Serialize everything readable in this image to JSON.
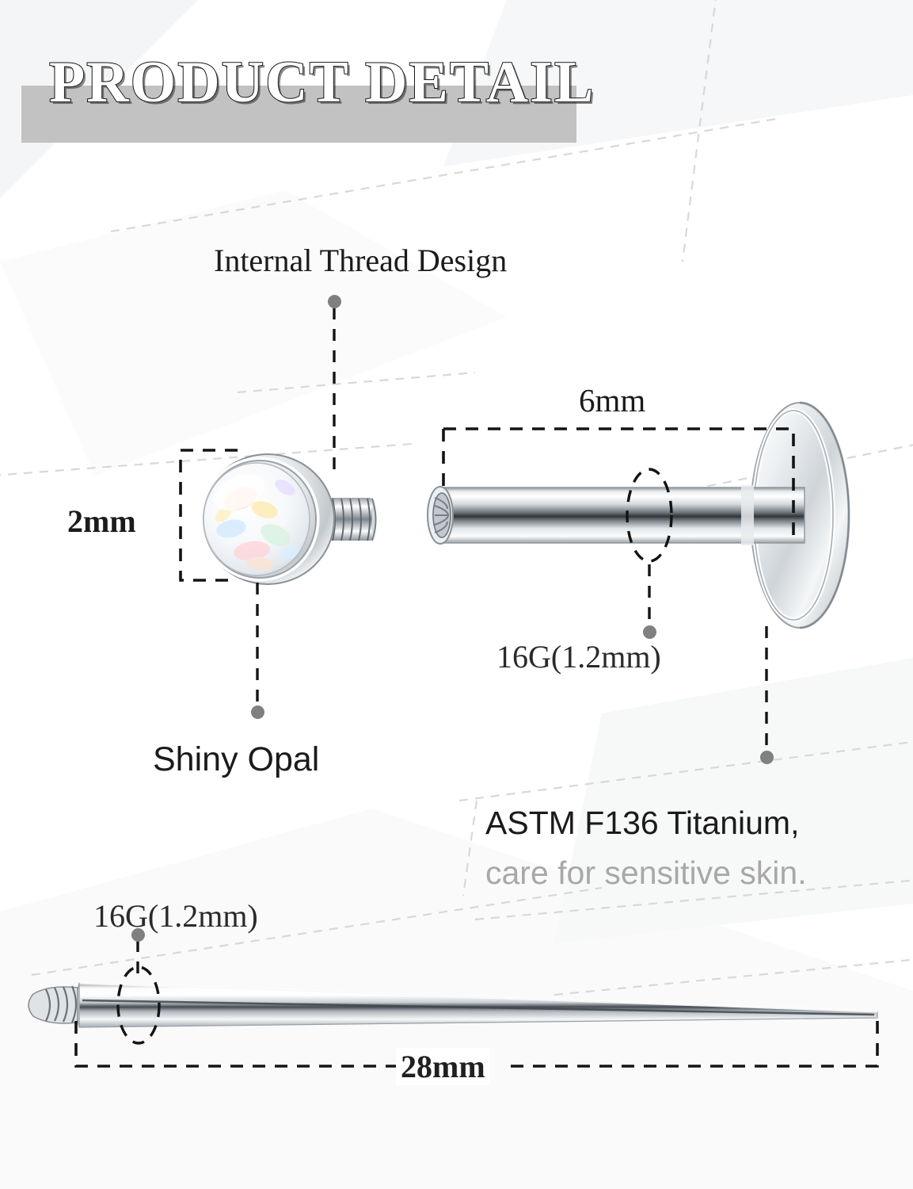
{
  "page": {
    "title": "PRODUCT DETAIL",
    "background_color": "#ffffff",
    "band_color": "#c2c2c2"
  },
  "header": {
    "title": "PRODUCT DETAIL"
  },
  "callouts": [
    {
      "id": "internal-thread",
      "label": "Internal Thread Design",
      "style": "serif"
    },
    {
      "id": "shiny-opal",
      "label": "Shiny Opal",
      "style": "sans"
    },
    {
      "id": "gauge-top",
      "label": "16G(1.2mm)",
      "style": "serif"
    },
    {
      "id": "material-1",
      "label": "ASTM F136 Titanium,",
      "style": "sans"
    },
    {
      "id": "material-2",
      "label": "care for sensitive skin.",
      "style": "sans-muted"
    },
    {
      "id": "gauge-bottom",
      "label": "16G(1.2mm)",
      "style": "serif"
    }
  ],
  "measurements": [
    {
      "id": "opal-diameter",
      "label": "2mm"
    },
    {
      "id": "post-length",
      "label": "6mm"
    },
    {
      "id": "taper-length",
      "label": "28mm"
    }
  ],
  "labels": {
    "internal_thread": "Internal Thread Design",
    "two_mm": "2mm",
    "shiny_opal": "Shiny Opal",
    "six_mm": "6mm",
    "gauge_top": "16G(1.2mm)",
    "astm_line1": "ASTM F136 Titanium,",
    "astm_line2": "care for sensitive skin.",
    "gauge_bottom": "16G(1.2mm)",
    "twentyeight_mm": "28mm"
  },
  "colors": {
    "band": "#c2c2c2",
    "dot": "#808080",
    "dash": "#1f1f1f",
    "muted_text": "#a8a8a8",
    "body_text": "#1b1b1b",
    "metal_light": "#fdfdfd",
    "metal_mid": "#b9bdc2",
    "metal_dark": "#3c4146"
  },
  "parts": [
    {
      "id": "opal-top",
      "name": "opal-threaded-top",
      "note": "domed white opal with silver bezel and male internal-thread post"
    },
    {
      "id": "labret-post",
      "name": "labret-flat-back-post",
      "note": "internally threaded bar with flat round disc back"
    },
    {
      "id": "taper-pin",
      "name": "insertion-taper-pin",
      "note": "threaded tip tapering pin"
    }
  ]
}
